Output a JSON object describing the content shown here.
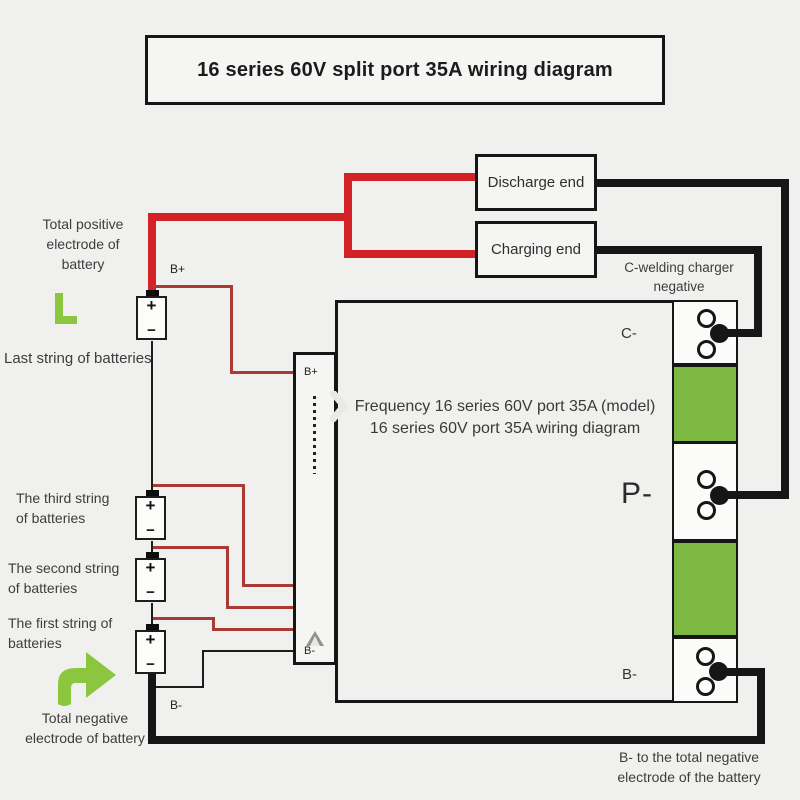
{
  "colors": {
    "bg": "#f0f0ee",
    "box_bg": "#f5f5f3",
    "black": "#161616",
    "thick_red": "#d42127",
    "thin_red": "#a93a34",
    "green_block": "#7db843",
    "green_accent": "#8cc63e"
  },
  "title": "16 series 60V split port 35A wiring diagram",
  "ports": {
    "discharge": "Discharge end",
    "charging": "Charging end"
  },
  "board": {
    "caption_line1": "Frequency 16 series 60V port 35A (model)",
    "caption_line2": "16 series 60V port 35A wiring diagram",
    "c_terminal": "C-",
    "p_terminal": "P-",
    "b_terminal": "B-"
  },
  "connector": {
    "top_label": "B+",
    "bottom_label": "B-"
  },
  "battery_chain": {
    "b_plus": "B+",
    "b_minus": "B-",
    "plus": "+",
    "minus": "−"
  },
  "left_labels": {
    "total_positive_1": "Total positive",
    "total_positive_2": "electrode of",
    "total_positive_3": "battery",
    "last_string": "Last string of batteries",
    "third_1": "The third string",
    "third_2": "of batteries",
    "second_1": "The second string",
    "second_2": "of batteries",
    "first_1": "The first string of",
    "first_2": "batteries",
    "total_negative_1": "Total negative",
    "total_negative_2": "electrode of battery"
  },
  "notes": {
    "c_welding_1": "C-welding charger",
    "c_welding_2": "negative",
    "b_note_1": "B- to the total negative",
    "b_note_2": "electrode of the battery"
  }
}
